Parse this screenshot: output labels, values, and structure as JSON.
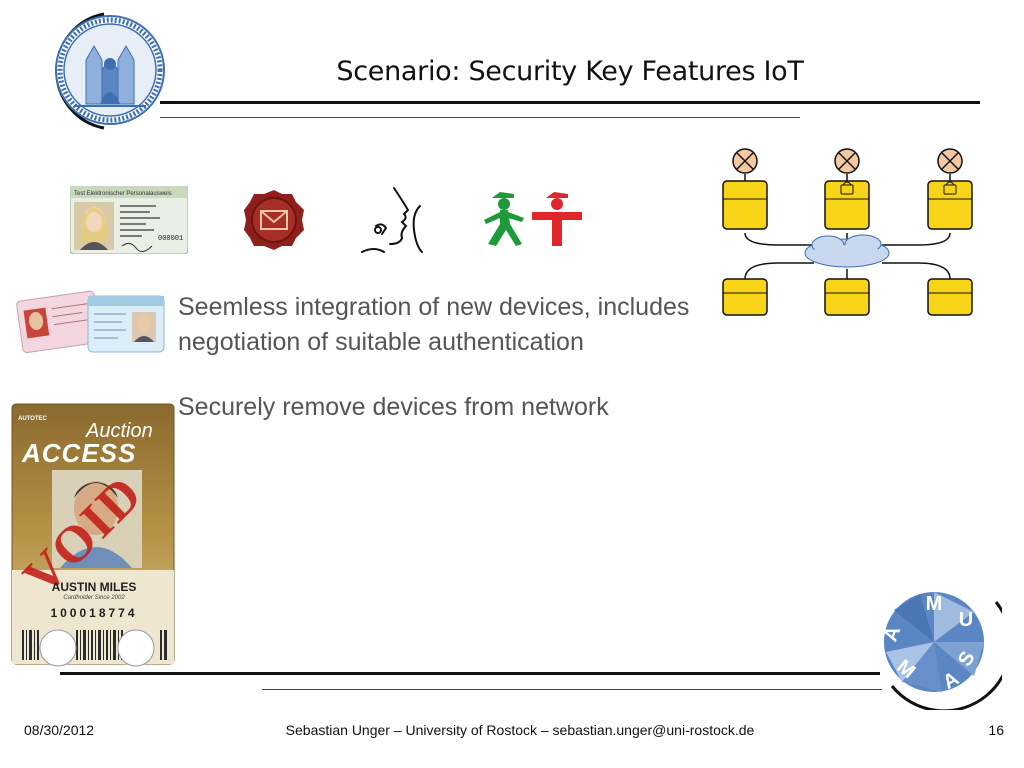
{
  "slide": {
    "title": "Scenario: Security Key Features IoT",
    "bullets": [
      "Seemless integration of new devices, includes negotiation of suitable authentication",
      "Securely remove devices from network"
    ]
  },
  "id_card": {
    "header": "Test Elektronischer Personalausweis",
    "number": "000001"
  },
  "auction_card": {
    "brand": "AUTOTEC",
    "title_line1": "Auction",
    "title_line2": "ACCESS",
    "stamp": "VOID",
    "name": "AUSTIN MILES",
    "since": "Cardholder Since 2002",
    "number": "100018774"
  },
  "mamusa_logo": {
    "letters": [
      "M",
      "U",
      "S",
      "A",
      "M",
      "A"
    ]
  },
  "footer": {
    "date": "08/30/2012",
    "author": "Sebastian Unger – University of Rostock – sebastian.unger@uni-rostock.de",
    "page": "16"
  },
  "colors": {
    "accent_blue": "#3d6fb2",
    "node_yellow": "#f7d417",
    "cloud_blue": "#c9d8ee",
    "seal_red": "#8e1f1a",
    "ampel_green": "#1f9a3a",
    "ampel_red": "#e0262a",
    "void_red": "#c4241b"
  }
}
